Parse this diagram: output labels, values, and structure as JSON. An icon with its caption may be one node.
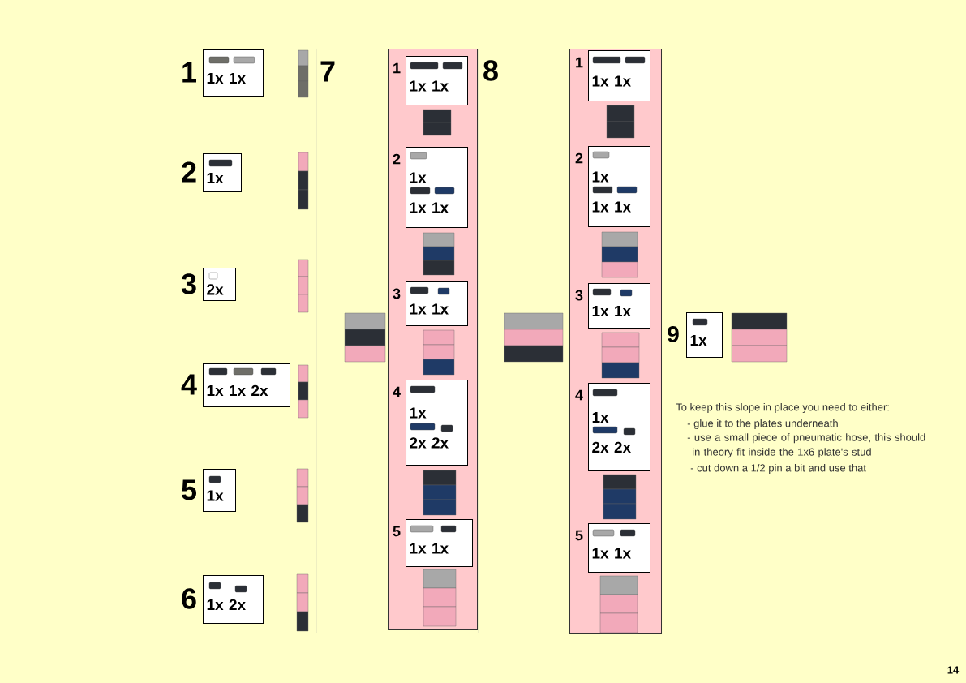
{
  "diagram": {
    "nodes": [
      {
        "text": [
          "1x 1x"
        ],
        "beside": [
          "1"
        ]
      },
      {
        "text": [
          "1x"
        ],
        "beside": [
          "2"
        ]
      },
      {
        "text": [
          "2x"
        ],
        "beside": [
          "3"
        ]
      },
      {
        "text": [
          "1x 1x 2x"
        ],
        "beside": [
          "4"
        ]
      },
      {
        "text": [
          "1x"
        ],
        "beside": [
          "5"
        ]
      },
      {
        "text": [
          "1x 2x"
        ],
        "beside": [
          "6"
        ]
      },
      {
        "text": [],
        "shape": "box"
      },
      {
        "text": [
          "1x   1x"
        ],
        "beside": [
          "1"
        ],
        "in": 6
      },
      {
        "text": [
          "1x",
          "1x 1x"
        ],
        "beside": [
          "2"
        ],
        "in": 6
      },
      {
        "text": [
          "1x 1x"
        ],
        "beside": [
          "3"
        ],
        "in": 6
      },
      {
        "text": [
          "1x",
          "2x 2x"
        ],
        "beside": [
          "4"
        ],
        "in": 6
      },
      {
        "text": [
          "1x   1x"
        ],
        "beside": [
          "5"
        ],
        "in": 6
      },
      {
        "text": [],
        "shape": "box"
      },
      {
        "text": [
          "1x   1x"
        ],
        "beside": [
          "1"
        ],
        "in": 12
      },
      {
        "text": [
          "1x",
          "1x 1x"
        ],
        "beside": [
          "2"
        ],
        "in": 12
      },
      {
        "text": [
          "1x 1x"
        ],
        "beside": [
          "3"
        ],
        "in": 12
      },
      {
        "text": [
          "1x",
          "2x 2x"
        ],
        "beside": [
          "4"
        ],
        "in": 12
      },
      {
        "text": [
          "1x 1x"
        ],
        "beside": [
          "5"
        ],
        "in": 12
      },
      {
        "text": [
          "1x"
        ],
        "beside": [
          "9"
        ]
      }
    ],
    "labels": [
      "7",
      "8",
      "To keep this slope in place you need to either:",
      "- glue it to the plates underneath",
      "- use a small piece of pneumatic hose, this should in theory fit inside the 1x6 plate's stud",
      "- cut down a 1/2 pin a bit and use that",
      "14"
    ]
  }
}
